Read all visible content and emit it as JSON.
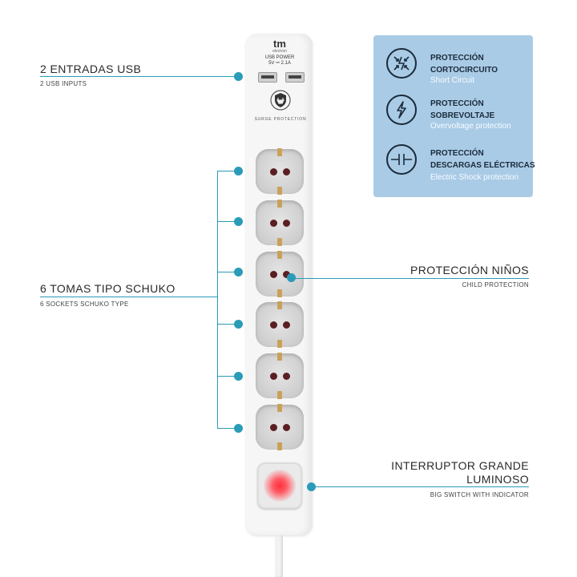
{
  "brand": {
    "logo_text": "tm",
    "logo_sub": "electron"
  },
  "usb_panel": {
    "title": "USB POWER",
    "rating": "5V ⎓ 2.1A"
  },
  "shield": {
    "label": "SURGE PROTECTION",
    "icon": "shield-plug-icon"
  },
  "callouts": {
    "usb": {
      "title": "2 ENTRADAS USB",
      "subtitle": "2 USB INPUTS"
    },
    "sockets": {
      "title": "6 TOMAS TIPO SCHUKO",
      "subtitle": "6 SOCKETS SCHUKO TYPE"
    },
    "child": {
      "title": "PROTECCIÓN NIÑOS",
      "subtitle": "CHILD PROTECTION"
    },
    "switch": {
      "title_line1": "INTERRUPTOR GRANDE",
      "title_line2": "LUMINOSO",
      "subtitle": "BIG SWITCH WITH INDICATOR"
    }
  },
  "features": [
    {
      "icon": "short-circuit-icon",
      "title_line1": "PROTECCIÓN",
      "title_line2": "CORTOCIRCUITO",
      "subtitle": "Short Circuit"
    },
    {
      "icon": "lightning-icon",
      "title_line1": "PROTECCIÓN",
      "title_line2": "SOBREVOLTAJE",
      "subtitle": "Overvoltage protection"
    },
    {
      "icon": "electric-shock-icon",
      "title_line1": "PROTECCIÓN",
      "title_line2": "DESCARGAS ELÉCTRICAS",
      "subtitle": "Electric Shock protection"
    }
  ],
  "colors": {
    "accent": "#2a9bb8",
    "panel": "#a9cbe6",
    "indicator": "#ff2e3b"
  }
}
